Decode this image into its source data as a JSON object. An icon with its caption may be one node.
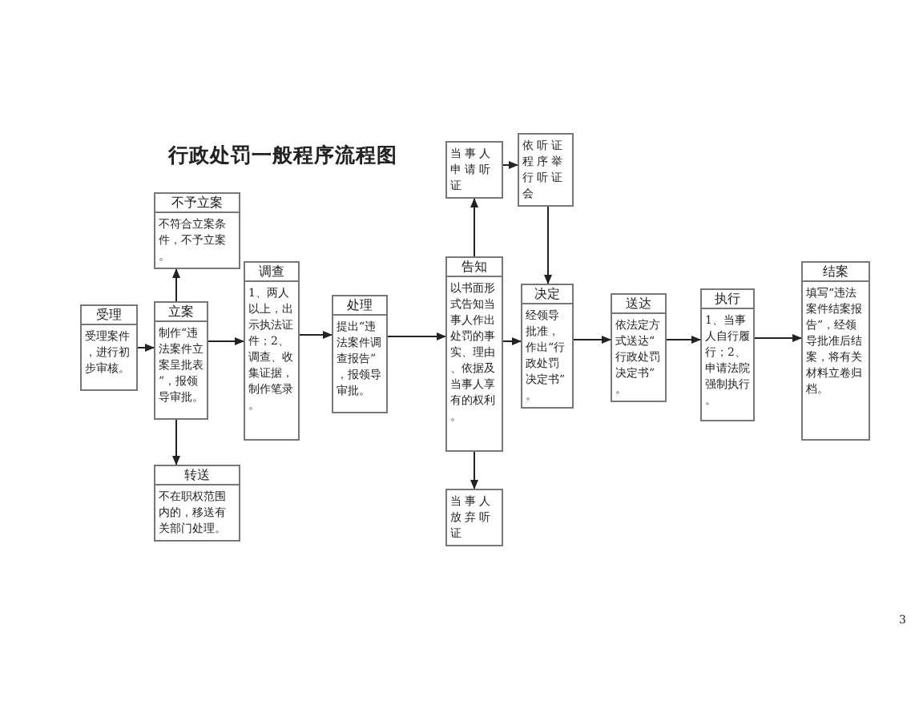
{
  "diagram": {
    "title": "行政处罚一般程序流程图",
    "nodes": [
      {
        "text": [
          "受理",
          "受理案件，进行初步审核。"
        ]
      },
      {
        "text": [
          "立案",
          "制作“违法案件立案呈批表”，报领导审批。"
        ]
      },
      {
        "text": [
          "不予立案",
          "不符合立案条件，不予立案。"
        ]
      },
      {
        "text": [
          "转送",
          "不在职权范围内的，移送有关部门处理。"
        ]
      },
      {
        "text": [
          "调查",
          "1、两人以上，出示执法证件；2、调查、收集证据，制作笔录。"
        ]
      },
      {
        "text": [
          "处理",
          "提出“违法案件调查报告”，报领导审批。"
        ]
      },
      {
        "text": [
          "告知",
          "以书面形式告知当事人作出处罚的事实、理由、依据及当事人享有的权利。"
        ]
      },
      {
        "text": [
          "当事人申请听证"
        ]
      },
      {
        "text": [
          "依听证程序举行听证会"
        ]
      },
      {
        "text": [
          "当事人放弃听证"
        ]
      },
      {
        "text": [
          "决定",
          "经领导批准，作出“行政处罚决定书”。"
        ]
      },
      {
        "text": [
          "送达",
          "依法定方式送达“行政处罚决定书”。"
        ]
      },
      {
        "text": [
          "执行",
          "1、当事人自行履行；2、申请法院强制执行。"
        ]
      },
      {
        "text": [
          "结案",
          "填写“违法案件结案报告”，经领导批准后结案，将有关材料立卷归档。"
        ]
      }
    ],
    "edges": [
      {
        "from": 0,
        "to": 1,
        "arrow": "to"
      },
      {
        "from": 1,
        "to": 2,
        "arrow": "to"
      },
      {
        "from": 1,
        "to": 3,
        "arrow": "to"
      },
      {
        "from": 1,
        "to": 4,
        "arrow": "to"
      },
      {
        "from": 4,
        "to": 5,
        "arrow": "to"
      },
      {
        "from": 5,
        "to": 6,
        "arrow": "to"
      },
      {
        "from": 6,
        "to": 7,
        "arrow": "to"
      },
      {
        "from": 7,
        "to": 8,
        "arrow": "to"
      },
      {
        "from": 8,
        "to": 10,
        "arrow": "to"
      },
      {
        "from": 6,
        "to": 9,
        "arrow": "to"
      },
      {
        "from": 6,
        "to": 10,
        "arrow": "to"
      },
      {
        "from": 10,
        "to": 11,
        "arrow": "to"
      },
      {
        "from": 11,
        "to": 12,
        "arrow": "to"
      },
      {
        "from": 12,
        "to": 13,
        "arrow": "to"
      }
    ],
    "labels": [
      "3"
    ]
  }
}
